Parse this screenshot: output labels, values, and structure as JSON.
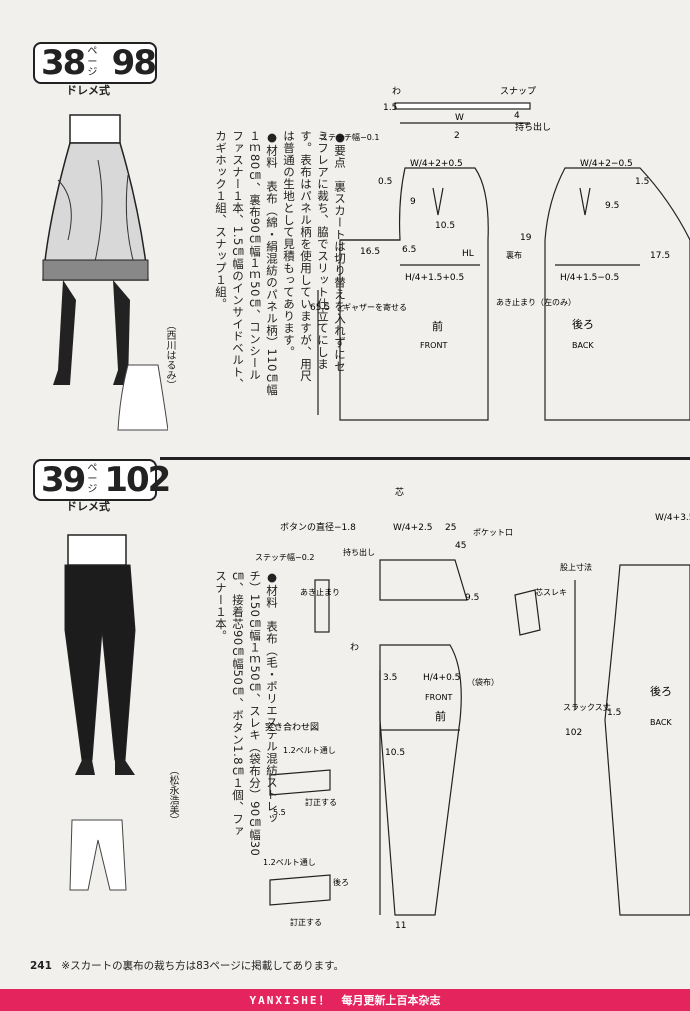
{
  "item38": {
    "number": "38",
    "page_label_top": "ペー",
    "page_label_bottom": "ジ",
    "page": "98",
    "subtitle": "ドレメ式",
    "materials": "●材料　表布（綿・絹混紡のパネル柄）110㎝幅\n１ｍ80㎝、裏布90㎝幅１ｍ50㎝、コンシール\nファスナー１本、1.5㎝幅のインサイドベルト、\nカギホック１組、スナップ１組。",
    "points": "●要点　裏スカートは切り替えを入れずにセ\nミフレアに裁ち、脇でスリット仕立てにしま\nす。表布はパネル柄を使用していますが、用尺\nは普通の生地として見積もってあります。",
    "credit": "（西川はるみ）"
  },
  "item39": {
    "number": "39",
    "page_label_top": "ペー",
    "page_label_bottom": "ジ",
    "page": "102",
    "subtitle": "ドレメ式",
    "materials": "●材料　表布（毛・ポリエステル混紡ストレッ\nチ）150㎝幅１ｍ50㎝、スレキ（袋布分）90㎝幅30\n㎝、接着芯90㎝幅50㎝、ボタン1.8㎝１個、ファ\nスナー１本。",
    "credit": "（松永浩美）"
  },
  "diagram38": {
    "wa": "わ",
    "snap": "スナップ",
    "stitch": "ステッチ幅−0.1",
    "v15": "1.5",
    "w": "W",
    "v4": "4",
    "v2": "2",
    "mochidashi": "持ち出し",
    "w4_front": "W/4+2+0.5",
    "w4_back": "W/4+2−0.5",
    "v05": "0.5",
    "v15b": "1.5",
    "v9": "9",
    "v105": "10.5",
    "v95": "9.5",
    "v165": "16.5",
    "v65": "6.5",
    "v175": "17.5",
    "hl": "HL",
    "h_front": "H/4+1.5+0.5",
    "h_back": "H/4+1.5−0.5",
    "gather": "ギャザーを寄せる",
    "v19": "19",
    "akidomari": "あき止まり（左のみ）",
    "urafu": "裏布",
    "len": "65.5",
    "front_jp": "前",
    "front_en": "FRONT",
    "back_jp": "後ろ",
    "back_en": "BACK"
  },
  "diagram39": {
    "shin": "芯",
    "button": "ボタンの直径−1.8",
    "stitch": "ステッチ幅−0.2",
    "akidomari": "あき止まり",
    "mochidashi": "持ち出し",
    "wa": "わ",
    "w4a": "W/4+2.5",
    "w4b": "W/4+3.5",
    "pocket": "ポケット口",
    "shin_sureki": "芯スレキ",
    "fukuro": "（袋布）",
    "matagami": "股上寸法",
    "h4": "H/4+0.5",
    "front_jp": "前",
    "front_en": "FRONT",
    "slacks": "スラックス丈",
    "slacks_num": "102",
    "tsukiawase": "突き合わせ図",
    "belt1": "1.2ベルト通し",
    "teisei": "訂正する",
    "belt2": "1.2ベルト通し",
    "ushiro": "後ろ",
    "teisei2": "訂正する",
    "v55": "5.5",
    "v11": "11",
    "v105": "10.5",
    "v35": "3.5",
    "v25": "25",
    "v95": "9.5",
    "v45": "45",
    "v15": "1.5",
    "back_jp": "後ろ",
    "back_en": "BACK"
  },
  "footnote": {
    "page": "241",
    "text": "※スカートの裏布の裁ち方は83ページに掲載してあります。"
  },
  "footer": {
    "brand": "YANXISHE！",
    "slogan": "每月更新上百本杂志"
  },
  "colors": {
    "ink": "#222222",
    "paper": "#f1f0ec",
    "footer": "#e4245c"
  }
}
